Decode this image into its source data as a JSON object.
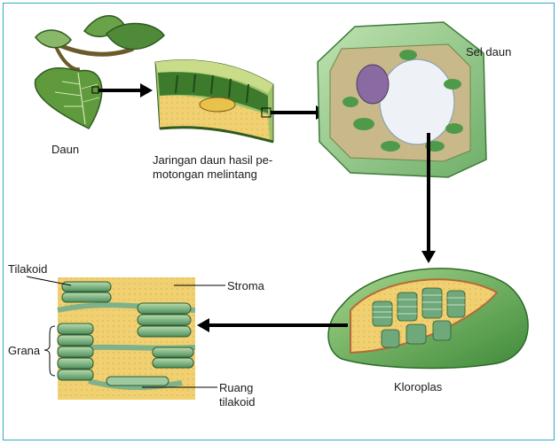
{
  "labels": {
    "daun": "Daun",
    "jaringan_line1": "Jaringan daun hasil pe-",
    "jaringan_line2": "motongan melintang",
    "sel_daun": "Sel daun",
    "kloroplas": "Kloroplas",
    "tilakoid": "Tilakoid",
    "stroma": "Stroma",
    "grana": "Grana",
    "ruang_line1": "Ruang",
    "ruang_line2": "tilakoid"
  },
  "colors": {
    "frame": "#2fa8c8",
    "leaf_green": "#5f9a3c",
    "cell_green": "#9ccc8a",
    "stroma_yellow": "#f2d67a",
    "thylakoid_green": "#6fa87a",
    "arrow": "#000000"
  }
}
